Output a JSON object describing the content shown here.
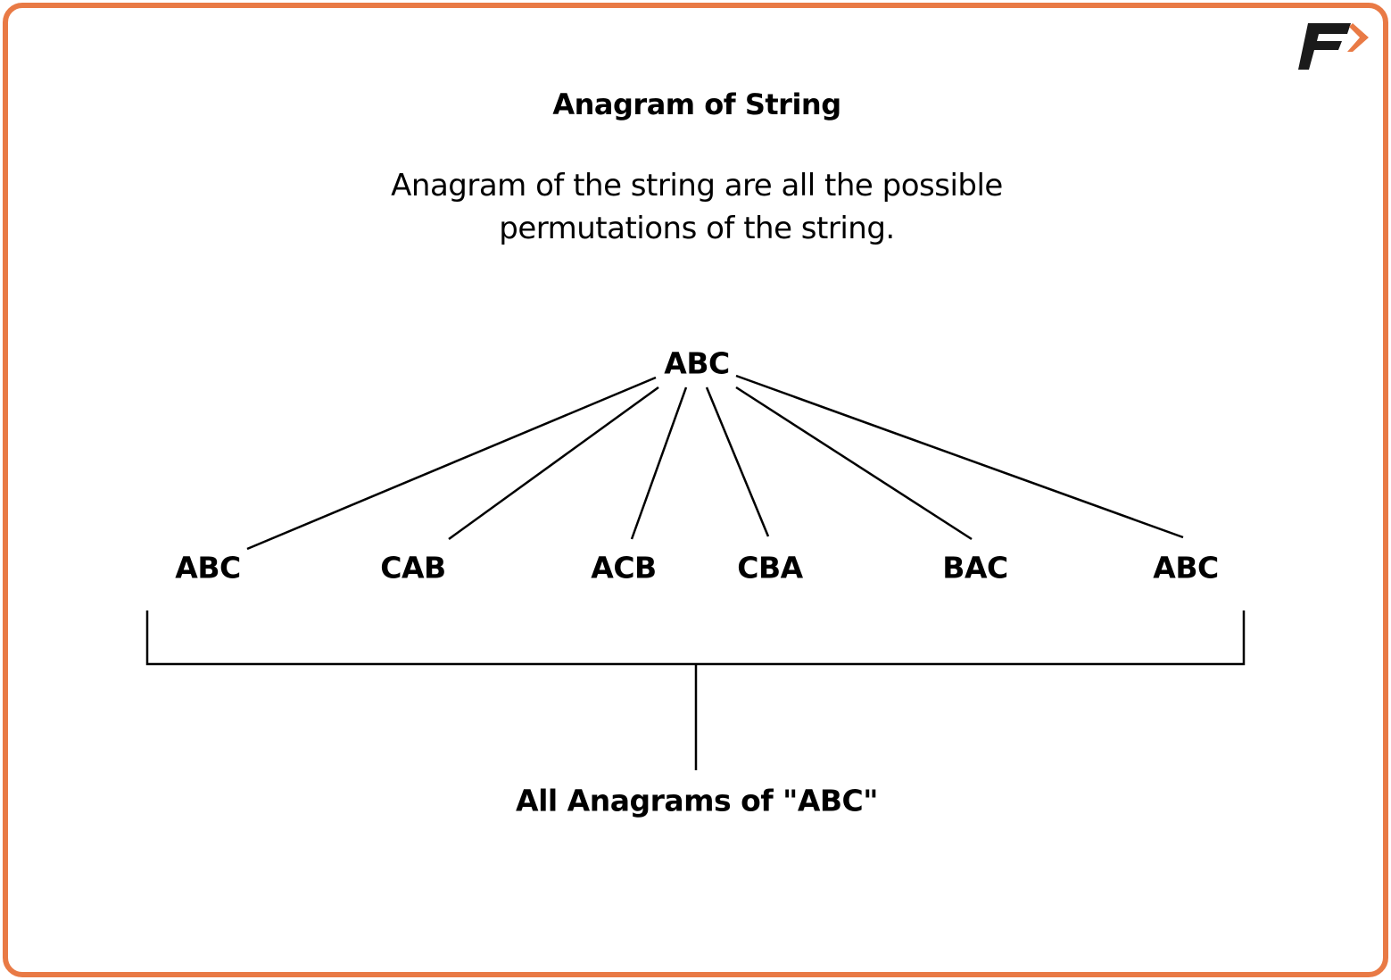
{
  "title": "Anagram of String",
  "description": [
    "Anagram of the string are all the possible",
    "permutations of the string."
  ],
  "root": "ABC",
  "children": [
    "ABC",
    "CAB",
    "ACB",
    "CBA",
    "BAC",
    "ABC"
  ],
  "footer_label": "All Anagrams of \"ABC\"",
  "logo": {
    "text": "F",
    "icon": "brand-logo-icon"
  },
  "colors": {
    "border": "#E97A45",
    "logo_dark": "#1a1a1a",
    "logo_accent": "#E97A45"
  }
}
